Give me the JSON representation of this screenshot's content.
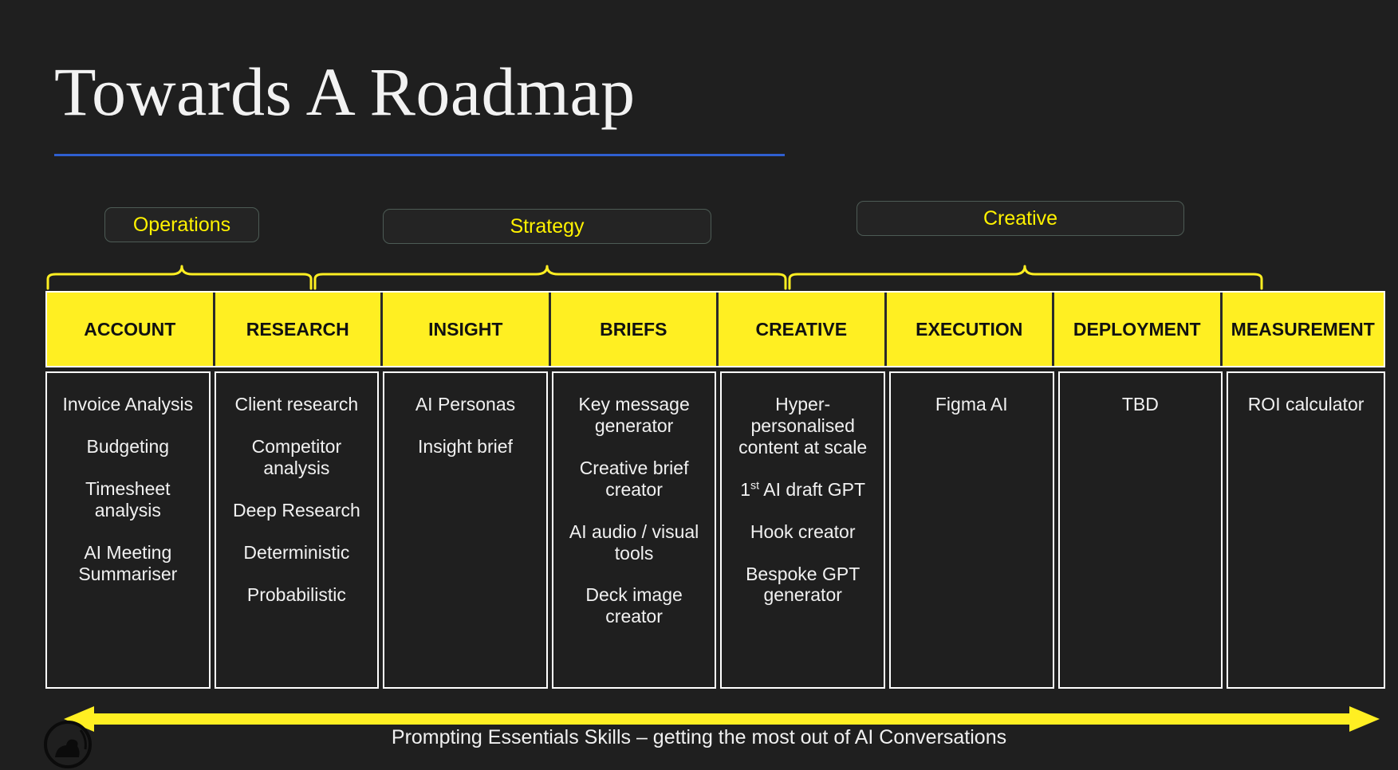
{
  "slide": {
    "title": "Towards A Roadmap",
    "accent_rule_color": "#2f5fd0",
    "background_color": "#1f1f1f",
    "highlight_color": "#ffef22",
    "pill_text_color": "#fff200"
  },
  "groups": [
    {
      "label": "Operations",
      "spans": [
        "ACCOUNT",
        "RESEARCH"
      ]
    },
    {
      "label": "Strategy",
      "spans": [
        "INSIGHT",
        "BRIEFS"
      ]
    },
    {
      "label": "Creative",
      "spans": [
        "CREATIVE",
        "EXECUTION",
        "DEPLOYMENT",
        "MEASUREMENT"
      ]
    }
  ],
  "table": {
    "headers": [
      "ACCOUNT",
      "RESEARCH",
      "INSIGHT",
      "BRIEFS",
      "CREATIVE",
      "EXECUTION",
      "DEPLOYMENT",
      "MEASUREMENT"
    ],
    "columns": [
      {
        "header": "ACCOUNT",
        "items": [
          "Invoice Analysis",
          "Budgeting",
          "Timesheet analysis",
          "AI Meeting Summariser"
        ]
      },
      {
        "header": "RESEARCH",
        "items": [
          "Client research",
          "Competitor analysis",
          "Deep Research",
          "Deterministic",
          "Probabilistic"
        ]
      },
      {
        "header": "INSIGHT",
        "items": [
          "AI Personas",
          "Insight brief"
        ]
      },
      {
        "header": "BRIEFS",
        "items": [
          "Key message generator",
          "Creative brief creator",
          "AI audio / visual tools",
          "Deck image creator"
        ]
      },
      {
        "header": "CREATIVE",
        "items": [
          "Hyper-personalised content at scale",
          "1st AI draft GPT",
          "Hook creator",
          "Bespoke GPT generator"
        ]
      },
      {
        "header": "EXECUTION",
        "items": [
          "Figma AI"
        ]
      },
      {
        "header": "DEPLOYMENT",
        "items": [
          "TBD"
        ]
      },
      {
        "header": "MEASUREMENT",
        "items": [
          "ROI calculator"
        ]
      }
    ]
  },
  "footer": {
    "caption": "Prompting Essentials Skills – getting the most out of AI Conversations",
    "arrow_color": "#ffef22"
  }
}
